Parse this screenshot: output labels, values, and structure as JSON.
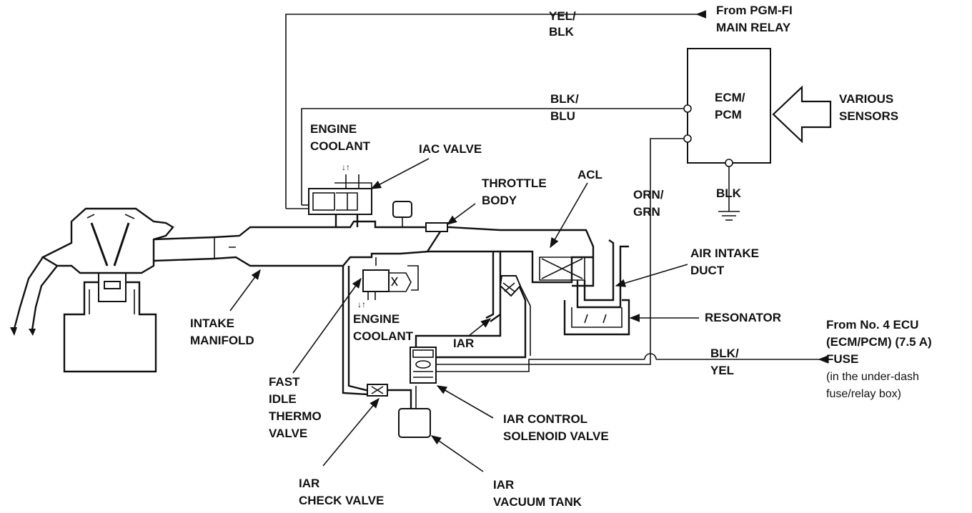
{
  "labels": {
    "yel_blk_1": "YEL/",
    "yel_blk_2": "BLK",
    "pgmfi_1": "From PGM-FI",
    "pgmfi_2": "MAIN RELAY",
    "blk_blu_1": "BLK/",
    "blk_blu_2": "BLU",
    "ecm_1": "ECM/",
    "ecm_2": "PCM",
    "sensors_1": "VARIOUS",
    "sensors_2": "SENSORS",
    "coolant_top_1": "ENGINE",
    "coolant_top_2": "COOLANT",
    "iac_valve": "IAC VALVE",
    "throttle_1": "THROTTLE",
    "throttle_2": "BODY",
    "acl": "ACL",
    "orn_grn_1": "ORN/",
    "orn_grn_2": "GRN",
    "ground_blk": "BLK",
    "air_intake_1": "AIR INTAKE",
    "air_intake_2": "DUCT",
    "resonator": "RESONATOR",
    "intake_manifold_1": "INTAKE",
    "intake_manifold_2": "MANIFOLD",
    "coolant_bot_1": "ENGINE",
    "coolant_bot_2": "COOLANT",
    "iar": "IAR",
    "blk_yel_1": "BLK/",
    "blk_yel_2": "YEL",
    "ecu_1": "From No. 4 ECU",
    "ecu_2": "(ECM/PCM) (7.5 A)",
    "ecu_3": "FUSE",
    "ecu_4": "(in the under-dash",
    "ecu_5": "fuse/relay box)",
    "fast_idle_1": "FAST",
    "fast_idle_2": "IDLE",
    "fast_idle_3": "THERMO",
    "fast_idle_4": "VALVE",
    "iar_solenoid_1": "IAR CONTROL",
    "iar_solenoid_2": "SOLENOID VALVE",
    "iar_check_1": "IAR",
    "iar_check_2": "CHECK VALVE",
    "iar_tank_1": "IAR",
    "iar_tank_2": "VACUUM TANK"
  }
}
